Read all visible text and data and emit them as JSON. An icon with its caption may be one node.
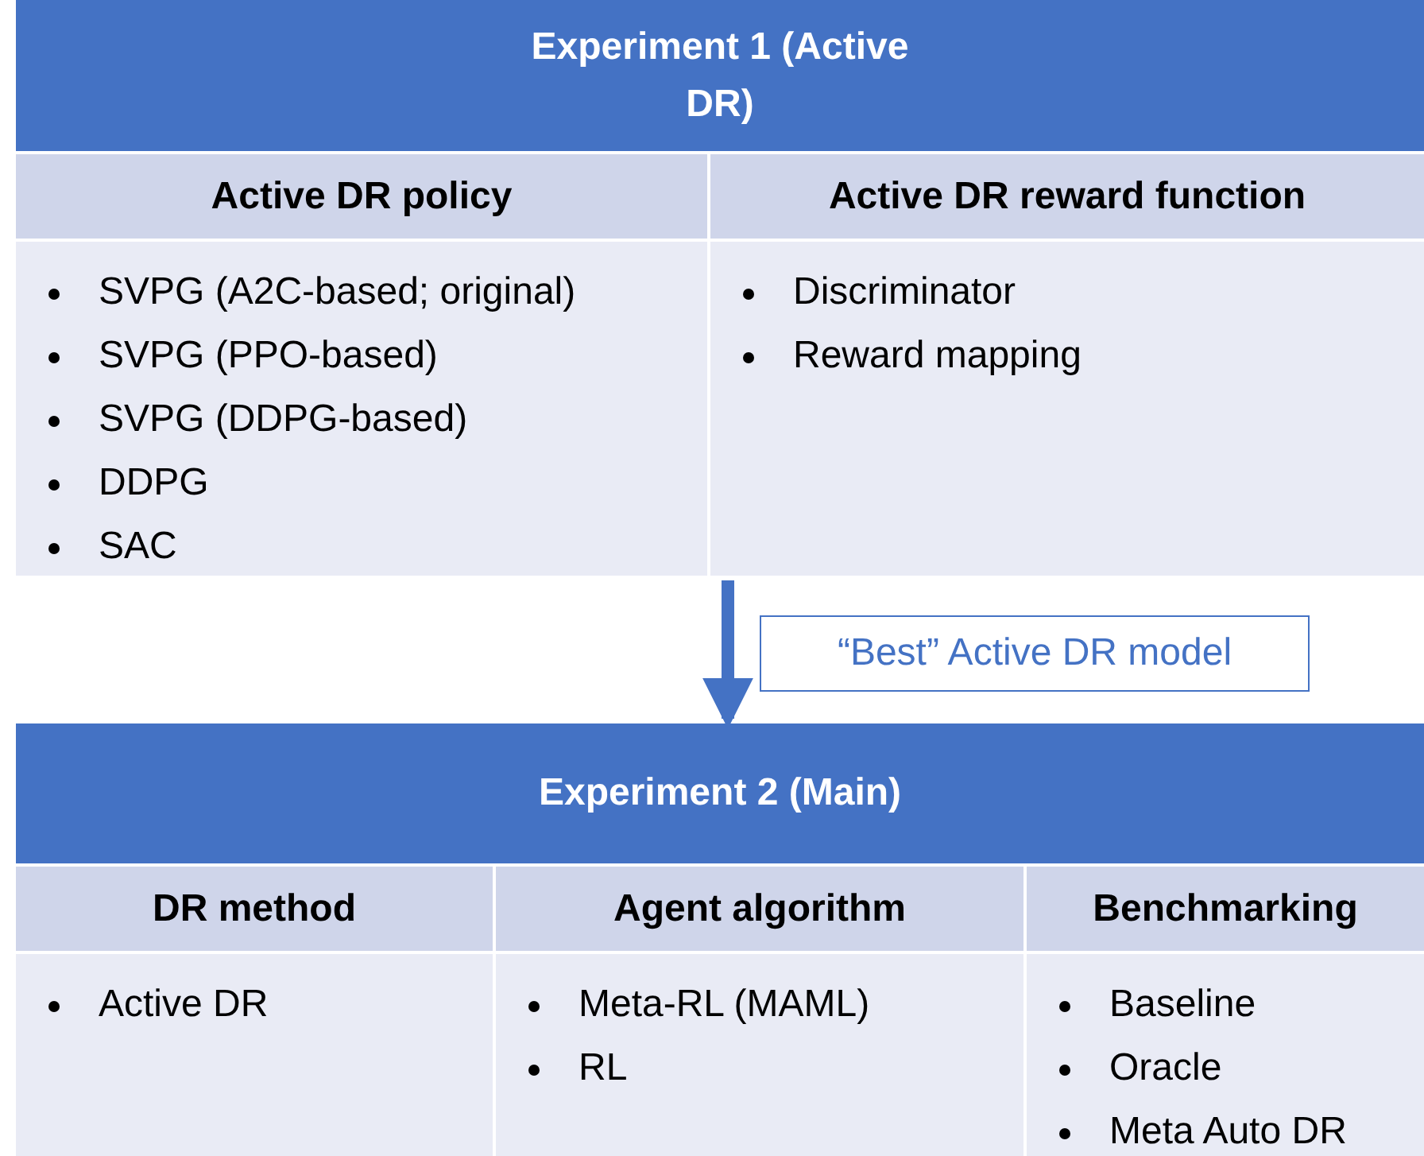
{
  "diagram": {
    "nodes": [
      {
        "text": [
          "Experiment 1 (Active DR)"
        ]
      },
      {
        "text": [
          "Active DR policy",
          "SVPG (A2C-based; original)",
          "SVPG (PPO-based)",
          "SVPG (DDPG-based)",
          "DDPG",
          "SAC"
        ],
        "in": 0
      },
      {
        "text": [
          "Active DR reward function",
          "Discriminator",
          "Reward mapping"
        ],
        "in": 0
      },
      {
        "text": [
          "Experiment 2 (Main)"
        ]
      },
      {
        "text": [
          "DR method",
          "Active DR"
        ],
        "in": 3
      },
      {
        "text": [
          "Agent algorithm",
          "Meta-RL (MAML)",
          "RL"
        ],
        "in": 3
      },
      {
        "text": [
          "Benchmarking",
          "Baseline",
          "Oracle",
          "Meta Auto DR"
        ],
        "in": 3
      }
    ],
    "edges": [
      {
        "from": 0,
        "to": 3,
        "arrow": "to",
        "label": "“Best” Active DR model"
      }
    ]
  }
}
